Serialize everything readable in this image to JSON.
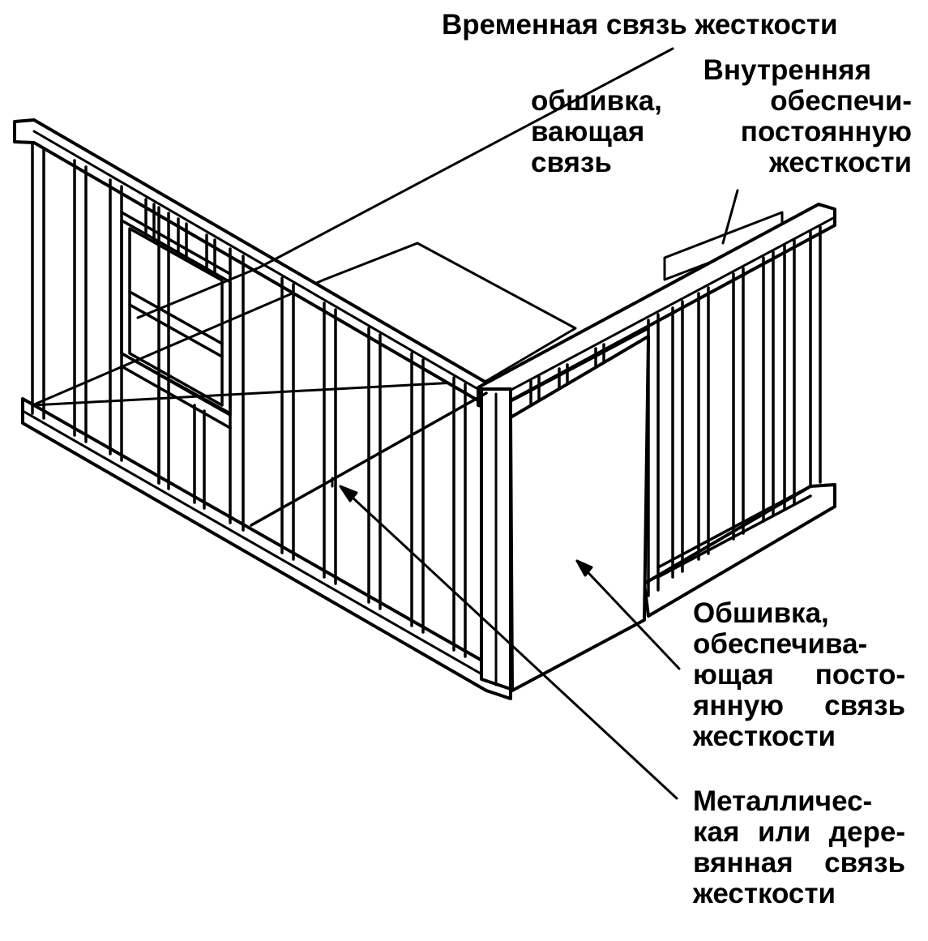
{
  "labels": {
    "temporary_bracing": "Временная связь жесткости",
    "inner_sheathing": [
      "Внутренняя",
      "обшивка, обеспечи-",
      "вающая постоянную",
      "связь жесткости"
    ],
    "sheathing": [
      "Обшивка,",
      "обеспечива-",
      "ющая посто-",
      "янную связь",
      "жесткости"
    ],
    "metal_or_wood_bracing": [
      "Металличес-",
      "кая или дере-",
      "вянная связь",
      "жесткости"
    ]
  }
}
